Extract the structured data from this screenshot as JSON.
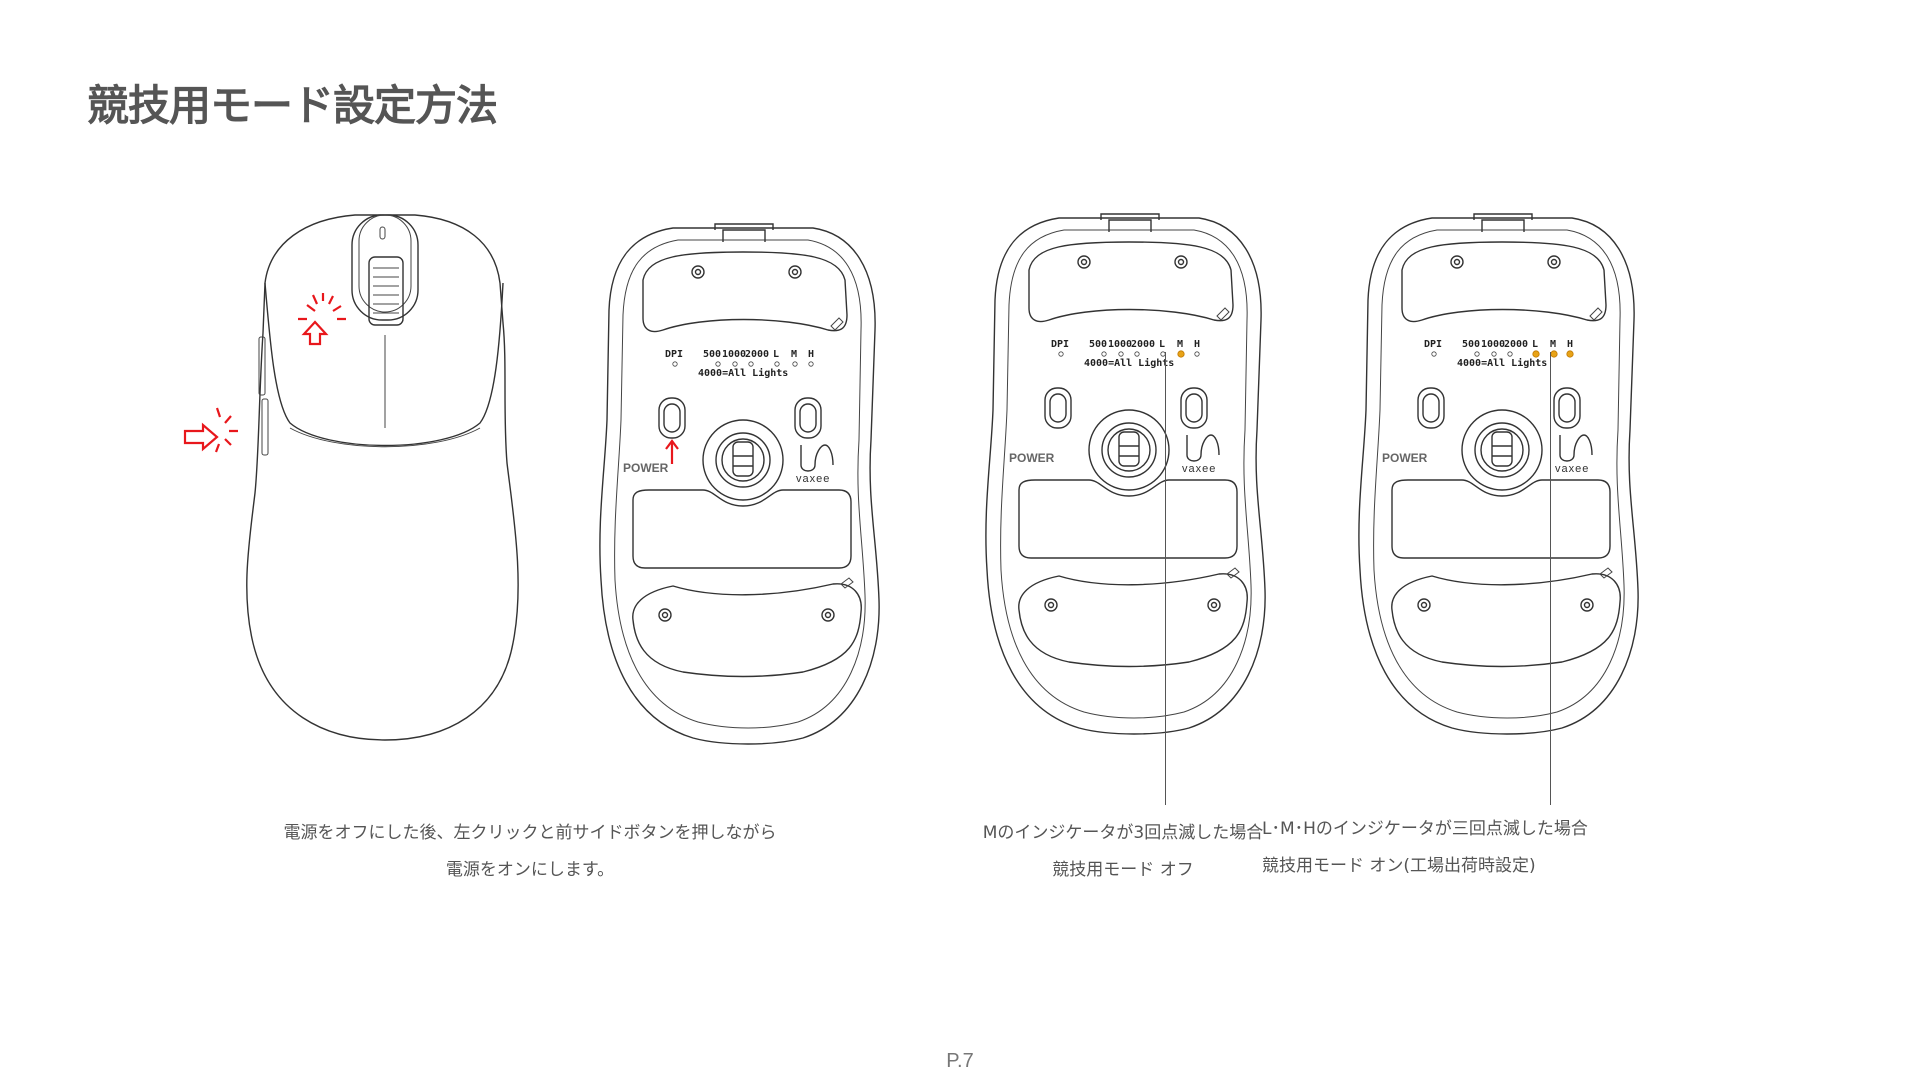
{
  "title": "競技用モード設定方法",
  "device_labels": {
    "dpi": "DPI",
    "dpi_values": [
      "500",
      "1000",
      "2000"
    ],
    "modes": [
      "L",
      "M",
      "H"
    ],
    "all_lights": "4000=All Lights",
    "power": "POWER",
    "brand": "vaxee"
  },
  "steps": [
    {
      "line1": "電源をオフにした後、左クリックと前サイドボタンを押しながら",
      "line2": "電源をオンにします。",
      "lit_leds": []
    },
    {
      "line1": "Mのインジケータが3回点滅した場合",
      "line2": "競技用モード オフ",
      "lit_leds": [
        "M"
      ]
    },
    {
      "line1": "L･M･Hのインジケータが三回点滅した場合",
      "line2": "競技用モード オン(工場出荷時設定)",
      "lit_leds": [
        "L",
        "M",
        "H"
      ]
    }
  ],
  "colors": {
    "accent_red": "#e8171c",
    "led_on": "#e8a317",
    "text": "#555555"
  },
  "page_number": "P.7"
}
